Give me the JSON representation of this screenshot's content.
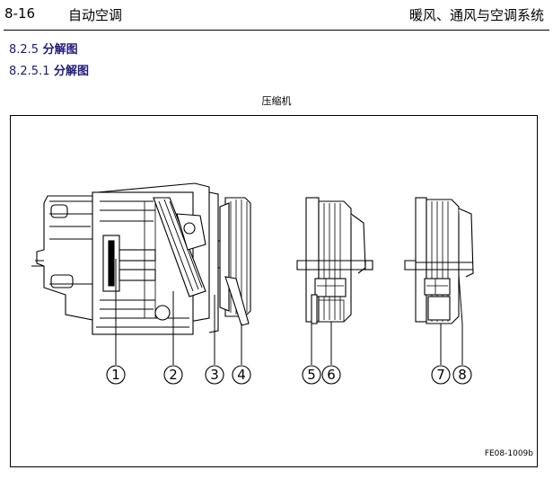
{
  "header": {
    "page_number": "8-16",
    "chapter_title": "自动空调",
    "section_title": "暖风、通风与空调系统"
  },
  "headings": [
    {
      "number": "8.2.5",
      "title": "分解图"
    },
    {
      "number": "8.2.5.1",
      "title": "分解图"
    }
  ],
  "figure": {
    "caption": "压缩机",
    "code": "FE08-1009b",
    "callouts": [
      "1",
      "2",
      "3",
      "4",
      "5",
      "6",
      "7",
      "8"
    ]
  }
}
